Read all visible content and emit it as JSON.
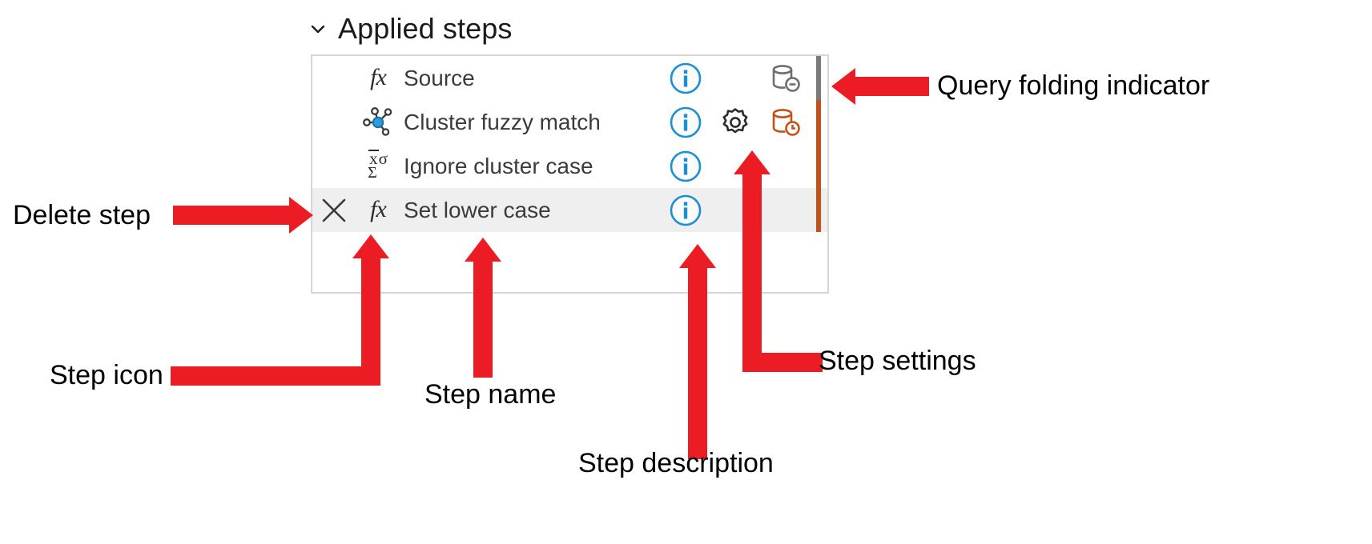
{
  "panel": {
    "header": {
      "label": "Applied steps",
      "collapse_icon": "chevron-down-icon",
      "expanded": true
    },
    "columns": [
      "delete",
      "step-icon",
      "step-name",
      "step-description",
      "step-settings",
      "query-folding"
    ],
    "steps": [
      {
        "name": "Source",
        "icon": "fx-icon",
        "icon_glyph": "fx",
        "has_info": true,
        "has_gear": false,
        "fold_icon": "database-minus-icon",
        "fold_status": "not-folded",
        "fold_color": "#6e6e6e",
        "bar_color": "#7a7a7a",
        "selected": false,
        "deletable": false
      },
      {
        "name": "Cluster fuzzy match",
        "icon": "cluster-graph-icon",
        "icon_glyph": "",
        "has_info": true,
        "has_gear": true,
        "fold_icon": "database-clock-icon",
        "fold_status": "pending",
        "fold_color": "#c4501a",
        "bar_color": "#c4501a",
        "selected": false,
        "deletable": false
      },
      {
        "name": "Ignore cluster case",
        "icon": "statistics-icon",
        "icon_glyph": "x̄σ Σ",
        "has_info": true,
        "has_gear": false,
        "fold_icon": "",
        "fold_status": "",
        "fold_color": "",
        "bar_color": "#c4501a",
        "selected": false,
        "deletable": false
      },
      {
        "name": "Set lower case",
        "icon": "fx-icon",
        "icon_glyph": "fx",
        "has_info": true,
        "has_gear": false,
        "fold_icon": "",
        "fold_status": "",
        "fold_color": "",
        "bar_color": "#c4501a",
        "selected": true,
        "deletable": true,
        "delete_icon": "close-x-icon"
      }
    ]
  },
  "annotations": [
    {
      "id": "query-folding",
      "label": "Query folding indicator",
      "arrow": "left"
    },
    {
      "id": "delete-step",
      "label": "Delete step",
      "arrow": "right"
    },
    {
      "id": "step-settings",
      "label": "Step settings",
      "arrow": "elbow-up"
    },
    {
      "id": "step-icon",
      "label": "Step icon",
      "arrow": "elbow-up"
    },
    {
      "id": "step-name",
      "label": "Step name",
      "arrow": "up"
    },
    {
      "id": "step-description",
      "label": "Step description",
      "arrow": "up"
    }
  ],
  "colors": {
    "annotation_red": "#ec1c24",
    "info_blue": "#1a8fd1",
    "fold_gray": "#6e6e6e",
    "fold_orange": "#c4501a",
    "selected_row": "#efefef",
    "panel_border": "#d6d6d6",
    "text": "#3b3b3b"
  }
}
